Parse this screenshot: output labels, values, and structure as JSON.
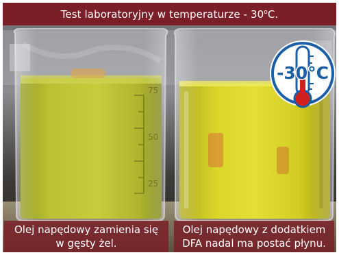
{
  "title": {
    "main": "Test laboratoryjny w temperaturze - 30",
    "degree_mark": "o",
    "unit": "C."
  },
  "badge": {
    "label": "-30°C"
  },
  "beaker_left": {
    "scale_marks": [
      "75",
      "50",
      "25"
    ]
  },
  "captions": {
    "left": {
      "line1": "Olej napędowy zamienia się",
      "line2": "w gęsty żel."
    },
    "right": {
      "line1": "Olej napędowy z dodatkiem",
      "line2": "DFA nadal ma postać płynu."
    }
  },
  "colors": {
    "banner": "#7a1f27",
    "caption": "#7a1f27",
    "badge_blue": "#1a5ea8",
    "thermometer_red": "#d02020",
    "oil_gel": "#b9c12a",
    "oil_liquid": "#d8d423"
  }
}
